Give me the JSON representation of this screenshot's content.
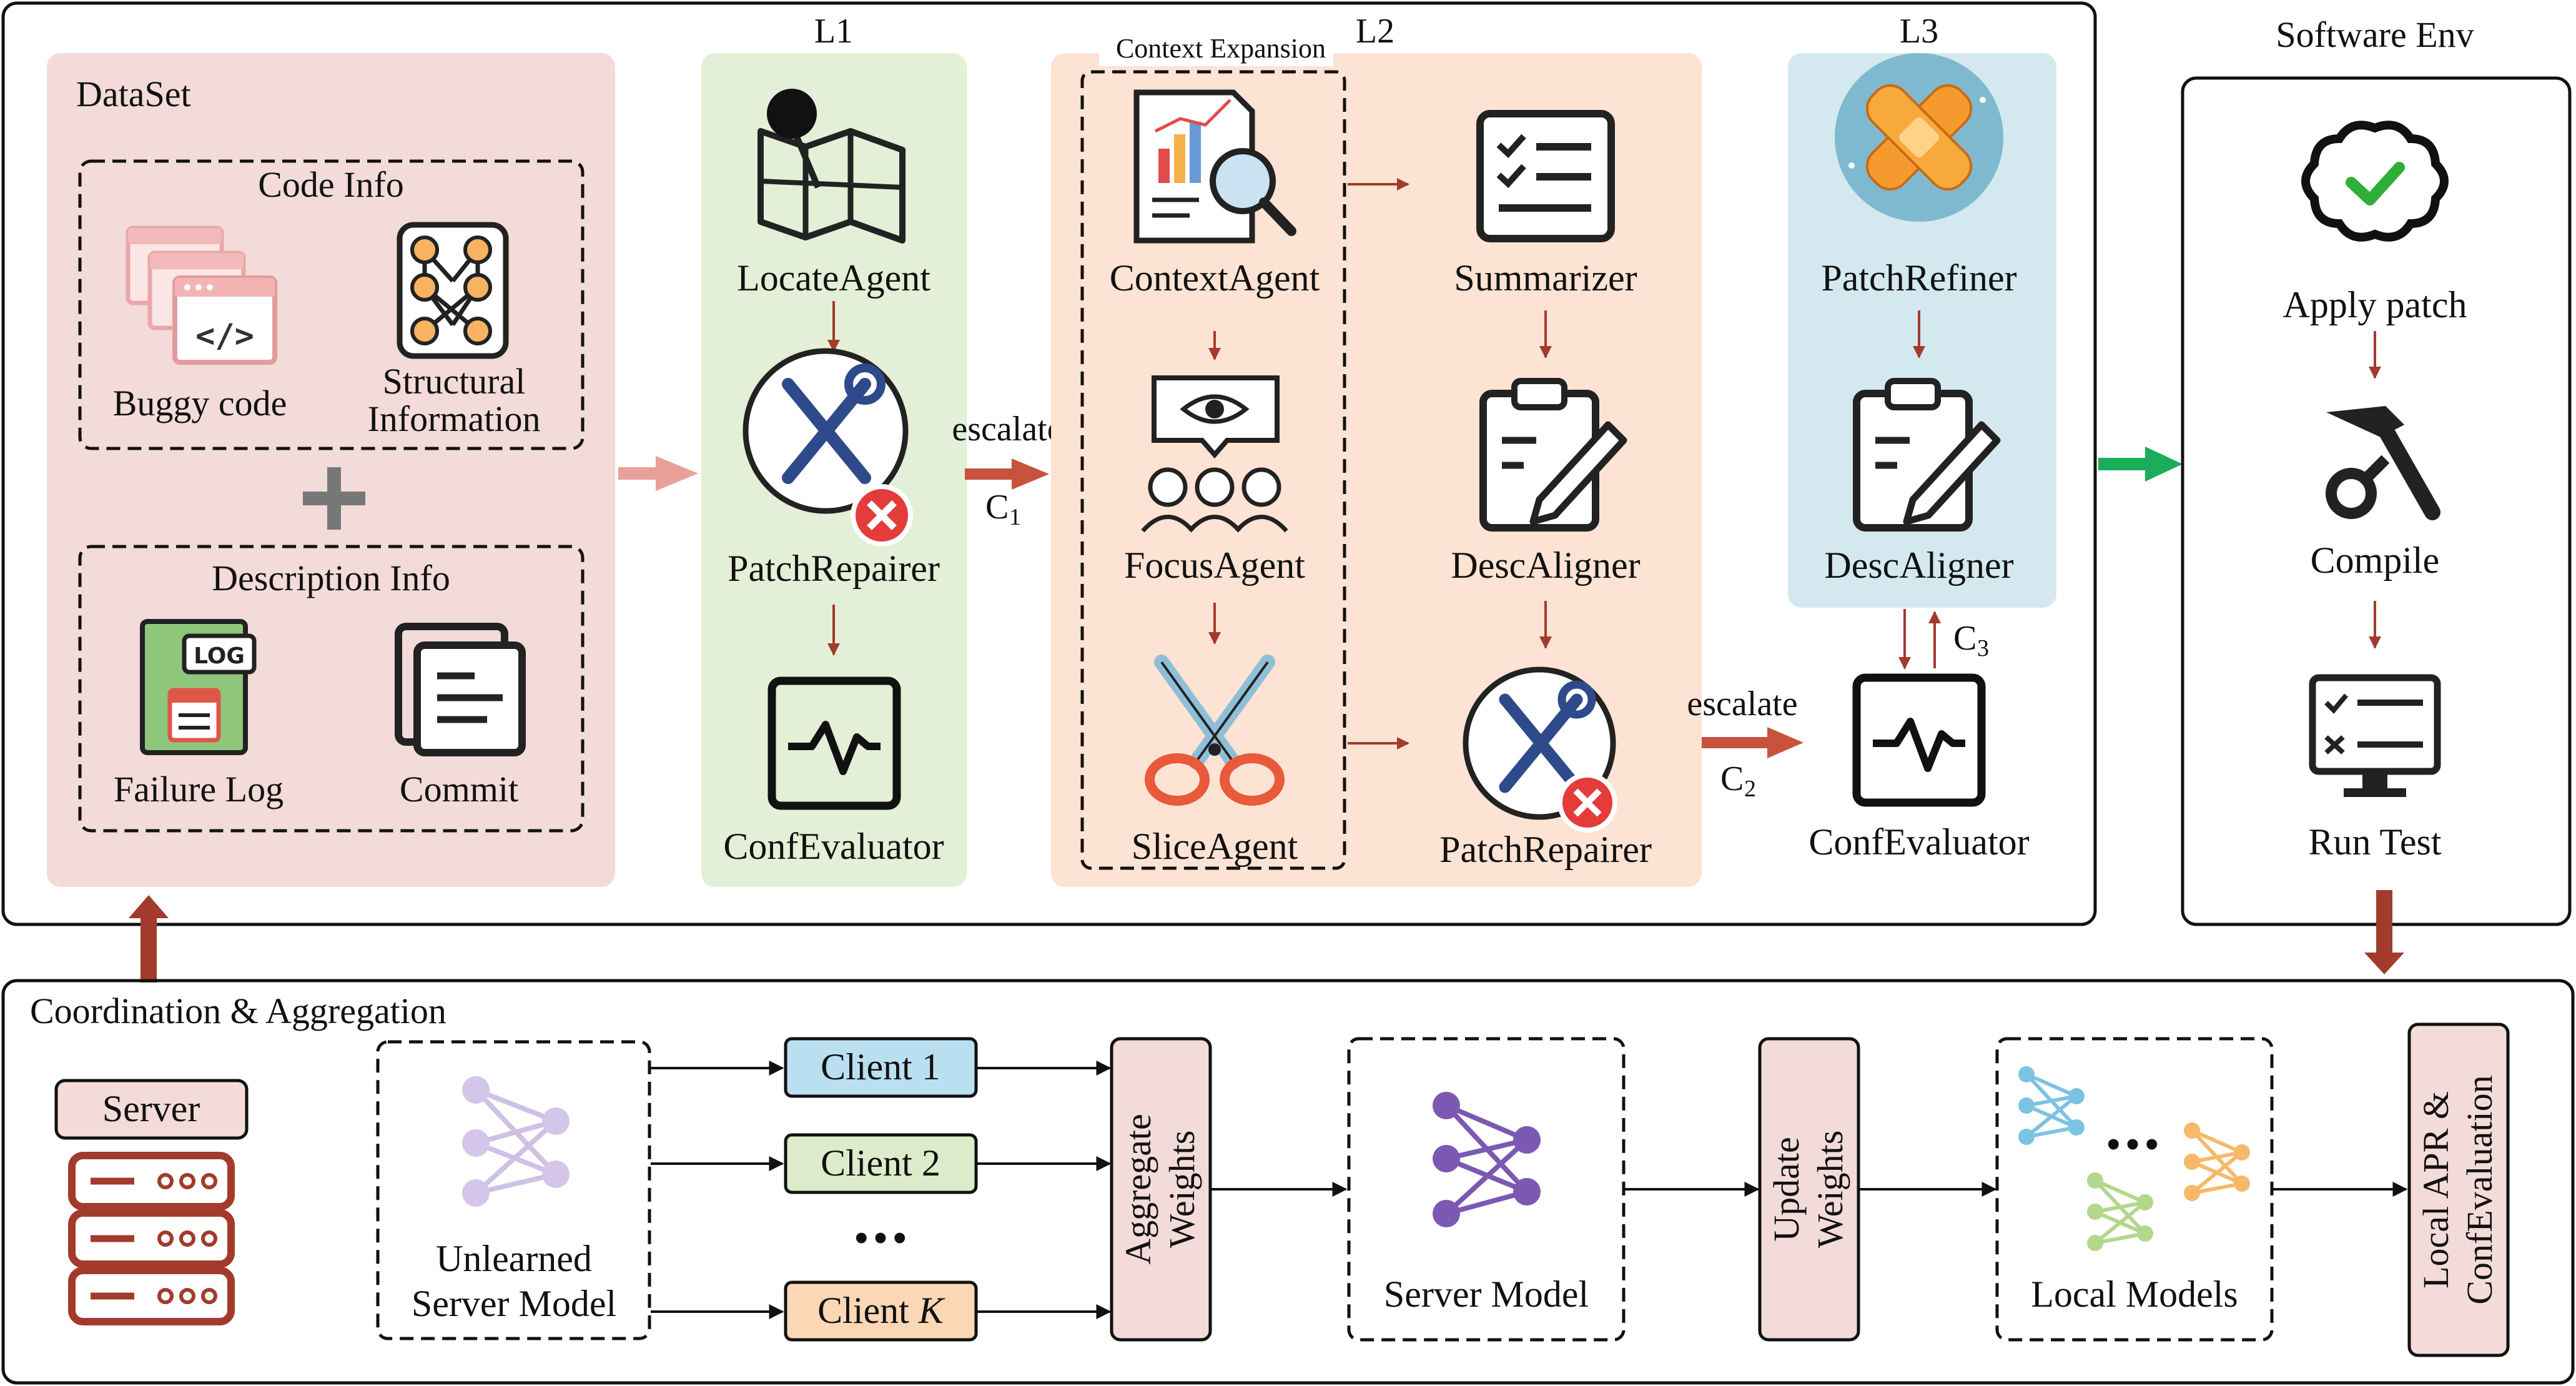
{
  "colors": {
    "dataset_bg": "#f2dbd8",
    "l1_bg": "#e3efd6",
    "l2_bg": "#fde3d3",
    "l3_bg": "#d4e9ef",
    "escalate_arrow": "#c8533c",
    "flow_arrow": "#a23b2c",
    "green_arrow": "#1aad5a",
    "client1_bg": "#b9dff0",
    "client2_bg": "#dcebc9",
    "clientk_bg": "#fbd7b6",
    "pill_bg": "#f2dbd8",
    "server_icon": "#a23b2c",
    "net_purple": "#7b59b3"
  },
  "dataset": {
    "title": "DataSet",
    "code_info": {
      "title": "Code Info",
      "buggy_code": "Buggy code",
      "structural_1": "Structural",
      "structural_2": "Information"
    },
    "description_info": {
      "title": "Description Info",
      "failure_log": "Failure Log",
      "log_badge": "LOG",
      "commit": "Commit"
    }
  },
  "l1": {
    "title": "L1",
    "locate": "LocateAgent",
    "repairer": "PatchRepairer",
    "evaluator": "ConfEvaluator"
  },
  "escalate1": {
    "label": "escalate",
    "c_main": "C",
    "c_sub": "1"
  },
  "l2": {
    "title": "L2",
    "context_expansion": "Context Expansion",
    "context_agent": "ContextAgent",
    "focus_agent": "FocusAgent",
    "slice_agent": "SliceAgent",
    "summarizer": "Summarizer",
    "desc_aligner": "DescAligner",
    "repairer": "PatchRepairer"
  },
  "escalate2": {
    "label": "escalate",
    "c_main": "C",
    "c_sub": "2"
  },
  "l3": {
    "title": "L3",
    "refiner": "PatchRefiner",
    "desc_aligner": "DescAligner",
    "c_main": "C",
    "c_sub": "3",
    "evaluator": "ConfEvaluator"
  },
  "software_env": {
    "title": "Software Env",
    "apply": "Apply patch",
    "compile": "Compile",
    "run_test": "Run Test"
  },
  "coordination": {
    "title": "Coordination & Aggregation",
    "server": "Server",
    "unlearned_1": "Unlearned",
    "unlearned_2": "Server Model",
    "client1": "Client 1",
    "client2": "Client 2",
    "clientk_prefix": "Client ",
    "clientk_var": "K",
    "dots": "•••",
    "aggregate_1": "Aggregate",
    "aggregate_2": "Weights",
    "server_model": "Server Model",
    "update_1": "Update",
    "update_2": "Weights",
    "local_models": "Local Models",
    "local_dots": "•••",
    "local_apr_1": "Local APR &",
    "local_apr_2": "ConfEvaluation"
  }
}
